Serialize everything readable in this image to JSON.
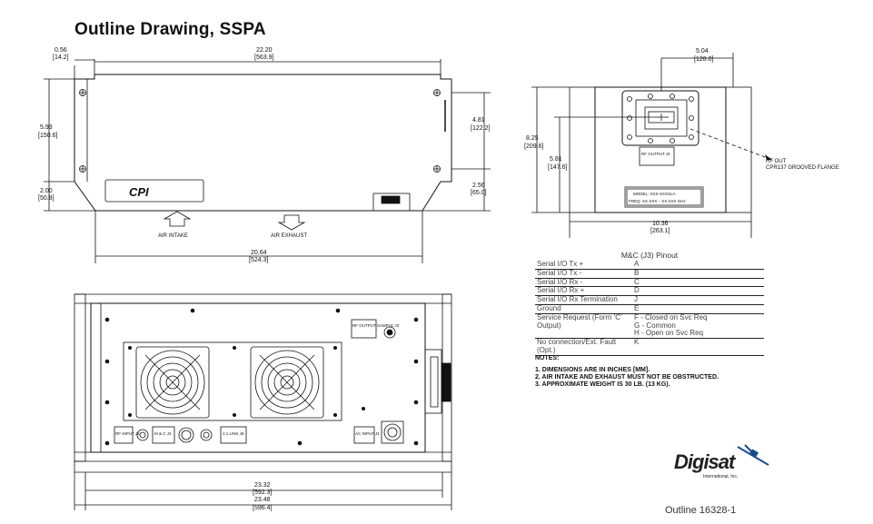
{
  "page": {
    "title": "Outline Drawing, SSPA"
  },
  "top_view": {
    "dims": {
      "a_in": "0.56",
      "a_mm": "[14.2]",
      "b_in": "22.20",
      "b_mm": "[563.9]",
      "c_in": "5.93",
      "c_mm": "[150.6]",
      "d_in": "4.81",
      "d_mm": "[122.2]",
      "e_in": "2.00",
      "e_mm": "[50.8]",
      "f_in": "2.56",
      "f_mm": "[65.0]",
      "g_in": "20.64",
      "g_mm": "[524.3]"
    },
    "air_intake": "AIR INTAKE",
    "air_exhaust": "AIR EXHAUST",
    "cpi_logo": "CPI"
  },
  "front_view": {
    "dims": {
      "a_in": "23.32",
      "a_mm": "[592.3]",
      "b_in": "23.48",
      "b_mm": "[596.4]"
    },
    "connectors": {
      "rf_output_sample": "RF OUTPUT SAMPLE J3",
      "rf_input": "RF INPUT J2",
      "mc": "M & C J3",
      "link": "1:1 LINK J6",
      "ac_input": "AC INPUT J1"
    }
  },
  "side_view": {
    "dims": {
      "a_in": "5.04",
      "a_mm": "[128.0]",
      "b_in": "8.25",
      "b_mm": "[209.6]",
      "c_in": "5.81",
      "c_mm": "[147.6]",
      "d_in": "10.36",
      "d_mm": "[263.1]"
    },
    "rf_out_1": "RF OUT",
    "rf_out_2": "CPR137 GROOVED FLANGE",
    "rf_output_j4": "RF OUTPUT J4",
    "model_1": "MODEL: XXX-XXXXLA",
    "model_2": "FREQ: XX.XXX – XX.XXX GHz"
  },
  "pinout": {
    "title": "M&C (J3) Pinout",
    "rows": [
      {
        "name": "Serial I/O Tx +",
        "pin": "A"
      },
      {
        "name": "Serial I/O Tx -",
        "pin": "B"
      },
      {
        "name": "Serial I/O Rx -",
        "pin": "C"
      },
      {
        "name": "Serial I/O Rx +",
        "pin": "D"
      },
      {
        "name": "Serial I/O Rx Termination",
        "pin": "J"
      },
      {
        "name": "Ground",
        "pin": "E"
      },
      {
        "name": "Service Request (Form ‘C’ Output)",
        "pin": "F - Closed on Svc Req",
        "pin2": "G - Common",
        "pin3": "H - Open on Svc Req"
      },
      {
        "name": "No connection/Ext. Fault (Opt.)",
        "pin": "K"
      }
    ]
  },
  "notes": {
    "heading": "NOTES:",
    "items": [
      "1. DIMENSIONS ARE IN INCHES [MM].",
      "2. AIR INTAKE AND EXHAUST MUST NOT BE OBSTRUCTED.",
      "3. APPROXIMATE WEIGHT IS 30 LB. (13 KG)."
    ]
  },
  "logo": {
    "name": "Digisat",
    "sub": "International, Inc."
  },
  "outline_number": "Outline 16328-1"
}
